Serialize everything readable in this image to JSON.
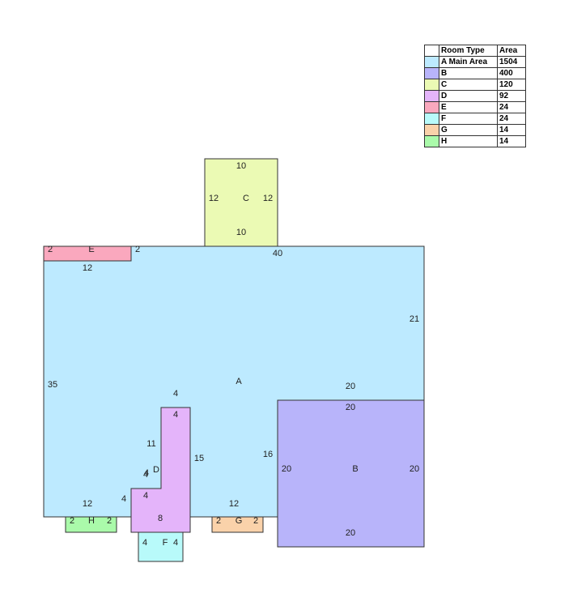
{
  "legend": {
    "header_type": "Room Type",
    "header_area": "Area",
    "rows": [
      {
        "type": "A Main Area",
        "area": "1504",
        "color": "#bdeaff"
      },
      {
        "type": "B",
        "area": "400",
        "color": "#b8b4fa"
      },
      {
        "type": "C",
        "area": "120",
        "color": "#ebfab4"
      },
      {
        "type": "D",
        "area": "92",
        "color": "#e4b4fa"
      },
      {
        "type": "E",
        "area": "24",
        "color": "#faa8be"
      },
      {
        "type": "F",
        "area": "24",
        "color": "#b8fafa"
      },
      {
        "type": "G",
        "area": "14",
        "color": "#fad2aa"
      },
      {
        "type": "H",
        "area": "14",
        "color": "#aafaaa"
      }
    ]
  },
  "rooms": {
    "A": {
      "letter": "A",
      "color": "#bdeaff",
      "dims": [
        "35",
        "40",
        "21",
        "12",
        "20",
        "16",
        "12",
        "12",
        "4",
        "4",
        "4",
        "15"
      ]
    },
    "B": {
      "letter": "B",
      "color": "#b8b4fa",
      "dims": [
        "20",
        "20",
        "20",
        "20"
      ]
    },
    "C": {
      "letter": "C",
      "color": "#ebfab4",
      "dims": [
        "10",
        "12",
        "12",
        "10"
      ]
    },
    "D": {
      "letter": "D",
      "color": "#e4b4fa",
      "dims": [
        "4",
        "11",
        "4",
        "4",
        "8"
      ]
    },
    "E": {
      "letter": "E",
      "color": "#faa8be",
      "dims": [
        "2",
        "2"
      ]
    },
    "F": {
      "letter": "F",
      "color": "#b8fafa",
      "dims": [
        "4",
        "4"
      ]
    },
    "G": {
      "letter": "G",
      "color": "#fad2aa",
      "dims": [
        "2",
        "2"
      ]
    },
    "H": {
      "letter": "H",
      "color": "#aafaaa",
      "dims": [
        "2",
        "2"
      ]
    }
  }
}
